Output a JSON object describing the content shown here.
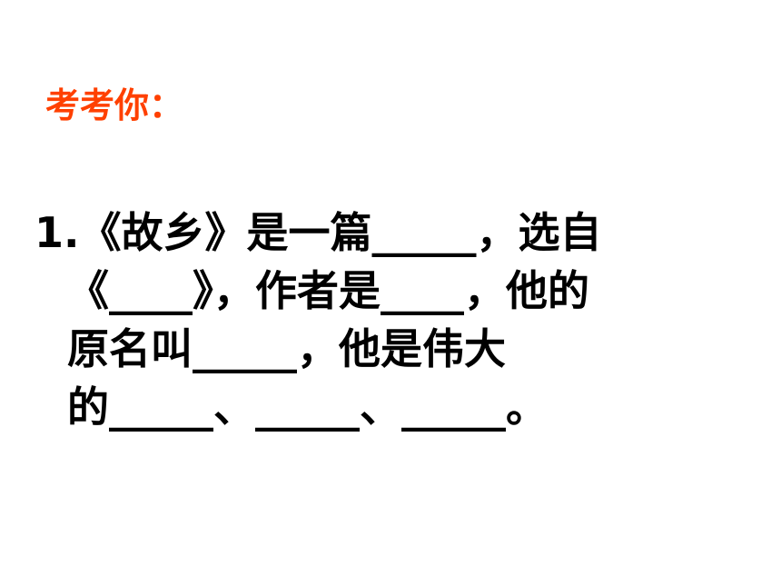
{
  "colors": {
    "heading": "#ff4000",
    "text": "#000000",
    "background": "#ffffff"
  },
  "heading": {
    "text": "考考你："
  },
  "question": {
    "lines": [
      "1.《故乡》是一篇_____，选自",
      "《____》，作者是____，他的",
      "原名叫_____，他是伟大",
      "的_____、_____、_____。"
    ]
  }
}
